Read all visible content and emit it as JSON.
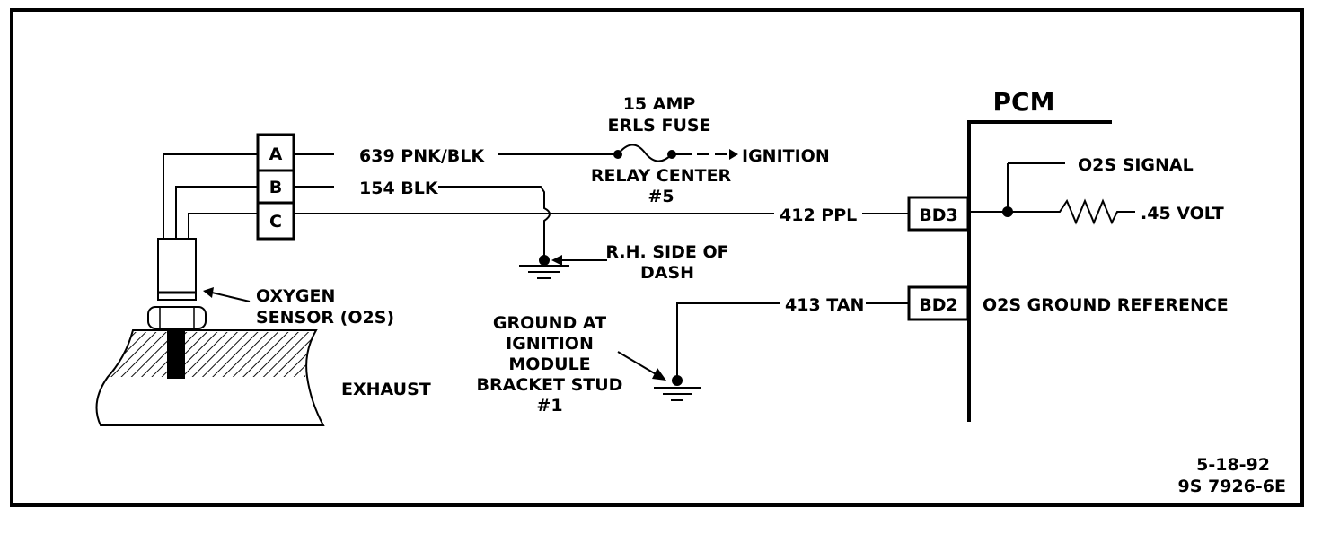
{
  "connector": {
    "pins": [
      "A",
      "B",
      "C"
    ]
  },
  "wires": {
    "a": "639 PNK/BLK",
    "b": "154 BLK",
    "c": "412 PPL",
    "ground_ref": "413 TAN"
  },
  "fuse": {
    "line1": "15 AMP",
    "line2": "ERLS FUSE"
  },
  "relay": {
    "line1": "RELAY CENTER",
    "line2": "#5"
  },
  "ignition": "IGNITION",
  "ground_dash": {
    "line1": "R.H. SIDE OF",
    "line2": "DASH"
  },
  "ground_module": {
    "lines": [
      "GROUND AT",
      "IGNITION",
      "MODULE",
      "BRACKET STUD",
      "#1"
    ]
  },
  "sensor": {
    "line1": "OXYGEN",
    "line2": "SENSOR (O2S)"
  },
  "exhaust": "EXHAUST",
  "pcm": {
    "title": "PCM",
    "bd3": "BD3",
    "bd2": "BD2",
    "o2s_signal": "O2S SIGNAL",
    "voltage": ".45 VOLT",
    "ground_reference": "O2S GROUND REFERENCE"
  },
  "footer": {
    "date": "5-18-92",
    "code": "9S 7926-6E"
  }
}
